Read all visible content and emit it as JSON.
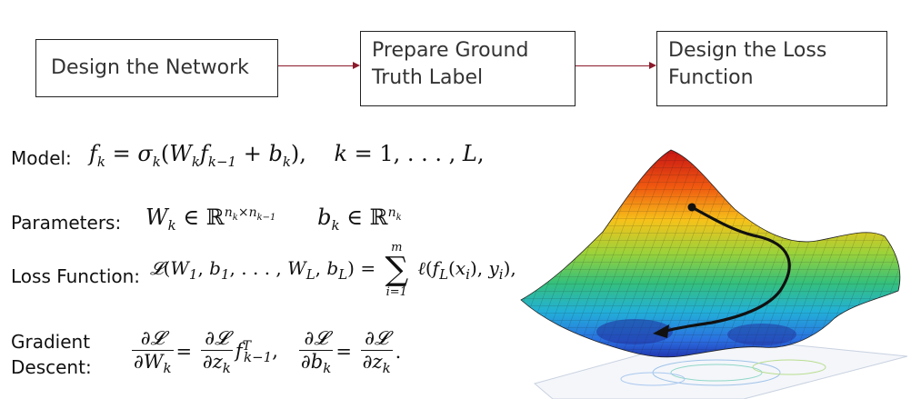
{
  "flow": {
    "box1": "Design the Network",
    "box2": "Prepare Ground Truth Label",
    "box3": "Design the Loss Function"
  },
  "labels": {
    "model": "Model:",
    "parameters": "Parameters:",
    "loss": "Loss Function:",
    "gradient": "Gradient",
    "descent": "Descent:"
  },
  "colors": {
    "arrow": "#8b1a2a",
    "box_border": "#222222"
  }
}
